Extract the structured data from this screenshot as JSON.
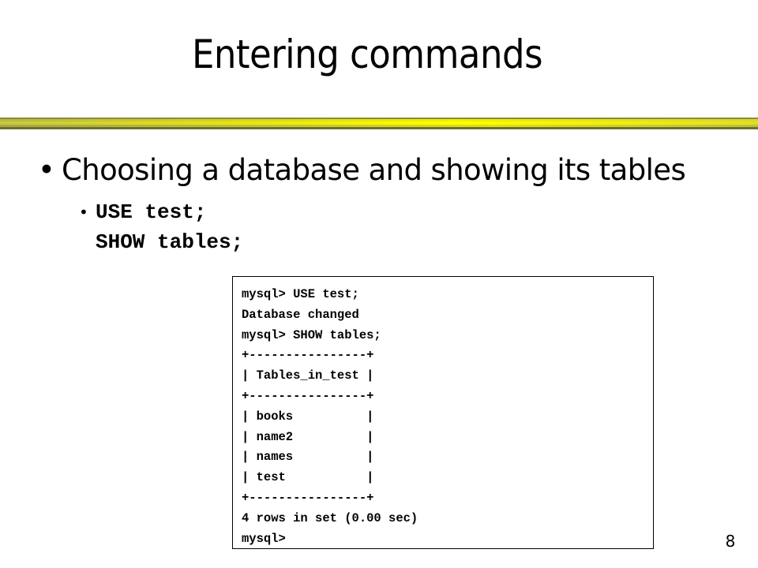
{
  "slide": {
    "title": "Entering commands",
    "page_number": "8"
  },
  "colors": {
    "rule_dark": "#8a8a3a",
    "rule_light": "#e8e800",
    "text": "#000000"
  },
  "content": {
    "bullet_symbol": "•",
    "bullet_text": "Choosing a database and showing its tables",
    "sub_bullet_symbol": "•",
    "sub_bullet_lines": [
      "USE test;",
      "SHOW tables;"
    ]
  },
  "terminal": {
    "lines": [
      "mysql> USE test;",
      "Database changed",
      "mysql> SHOW tables;",
      "+----------------+",
      "| Tables_in_test |",
      "+----------------+",
      "| books          |",
      "| name2          |",
      "| names          |",
      "| test           |",
      "+----------------+",
      "4 rows in set (0.00 sec)",
      "mysql>"
    ]
  }
}
